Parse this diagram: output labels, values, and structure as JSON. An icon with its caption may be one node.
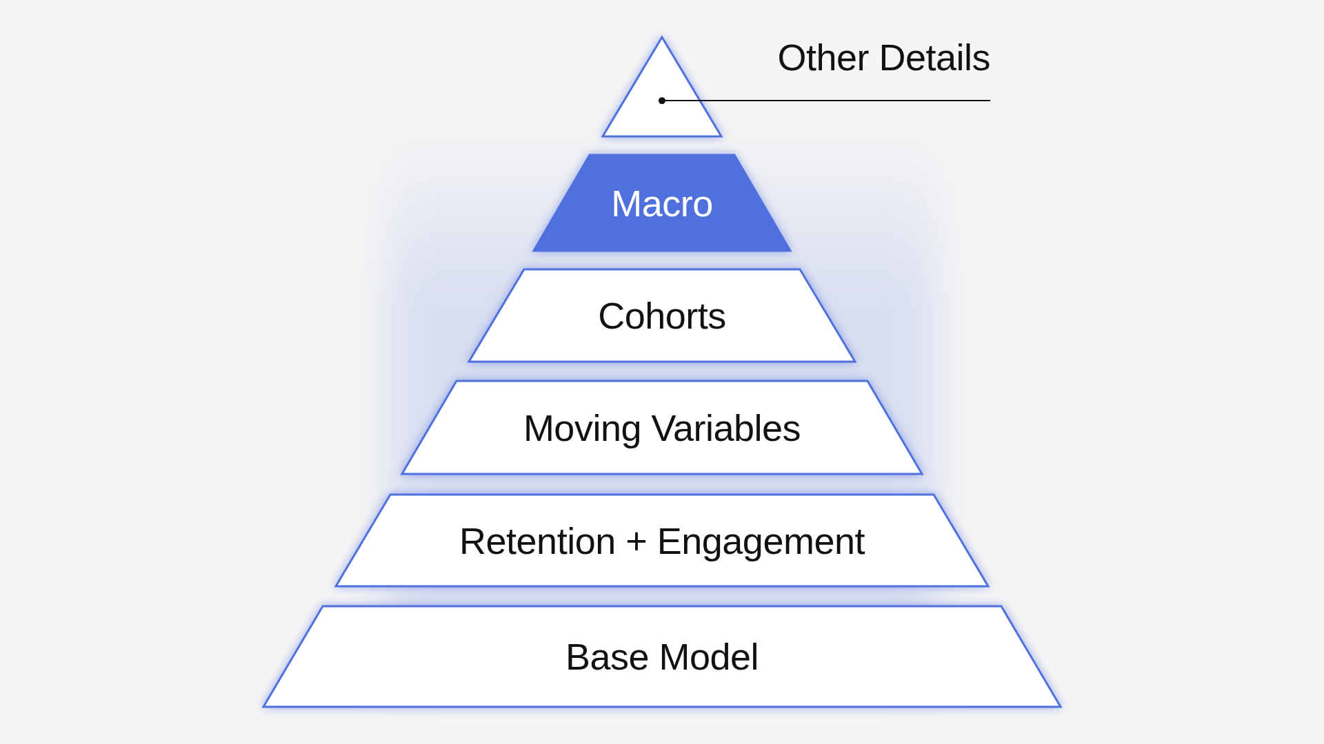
{
  "diagram": {
    "nodes": [
      {
        "text": [],
        "shape": "triangle"
      },
      {
        "text": [
          "Other Details"
        ]
      },
      {
        "text": [
          "Macro"
        ]
      },
      {
        "text": [
          "Cohorts"
        ]
      },
      {
        "text": [
          "Moving Variables"
        ]
      },
      {
        "text": [
          "Retention + Engagement"
        ]
      },
      {
        "text": [
          "Base Model"
        ]
      }
    ],
    "edges": [
      {
        "from": 1,
        "to": 0,
        "arrow": "other"
      }
    ]
  }
}
